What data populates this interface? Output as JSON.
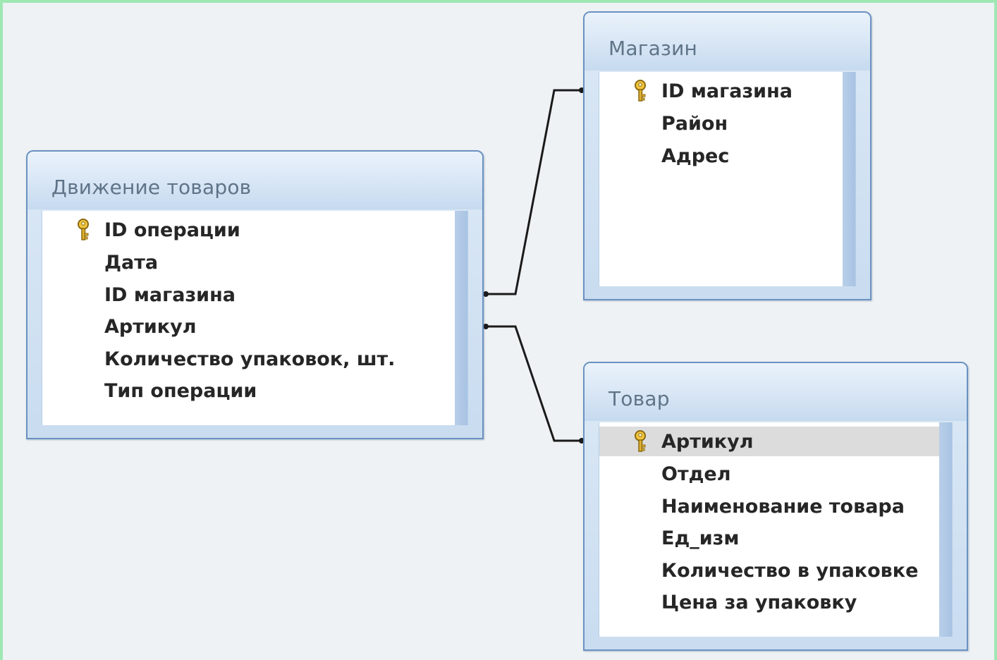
{
  "tables": [
    {
      "id": "dvizhenie",
      "title": "Движение товаров",
      "fields": [
        {
          "name": "ID операции",
          "key": true
        },
        {
          "name": "Дата",
          "key": false
        },
        {
          "name": "ID магазина",
          "key": false
        },
        {
          "name": "Артикул",
          "key": false
        },
        {
          "name": "Количество упаковок, шт.",
          "key": false
        },
        {
          "name": "Тип операции",
          "key": false
        }
      ]
    },
    {
      "id": "magazin",
      "title": "Магазин",
      "fields": [
        {
          "name": "ID магазина",
          "key": true
        },
        {
          "name": "Район",
          "key": false
        },
        {
          "name": "Адрес",
          "key": false
        }
      ]
    },
    {
      "id": "tovar",
      "title": "Товар",
      "fields": [
        {
          "name": "Артикул",
          "key": true,
          "selected": true
        },
        {
          "name": "Отдел",
          "key": false
        },
        {
          "name": "Наименование товара",
          "key": false
        },
        {
          "name": "Ед_изм",
          "key": false
        },
        {
          "name": "Количество в упаковке",
          "key": false
        },
        {
          "name": "Цена за упаковку",
          "key": false
        }
      ]
    }
  ],
  "relationships": [
    {
      "from_table": "Движение товаров",
      "from_field": "ID магазина",
      "to_table": "Магазин",
      "to_field": "ID магазина"
    },
    {
      "from_table": "Движение товаров",
      "from_field": "Артикул",
      "to_table": "Товар",
      "to_field": "Артикул"
    }
  ],
  "icons": {
    "primary_key": "key-icon"
  },
  "colors": {
    "canvas": "#eef2f4",
    "table_border": "#6a92c2",
    "title_text": "#5f7488",
    "field_text": "#262626",
    "selected_row": "#dcdcdc",
    "relationship_line": "#1a1a1a",
    "frame": "#9fe8b4"
  }
}
